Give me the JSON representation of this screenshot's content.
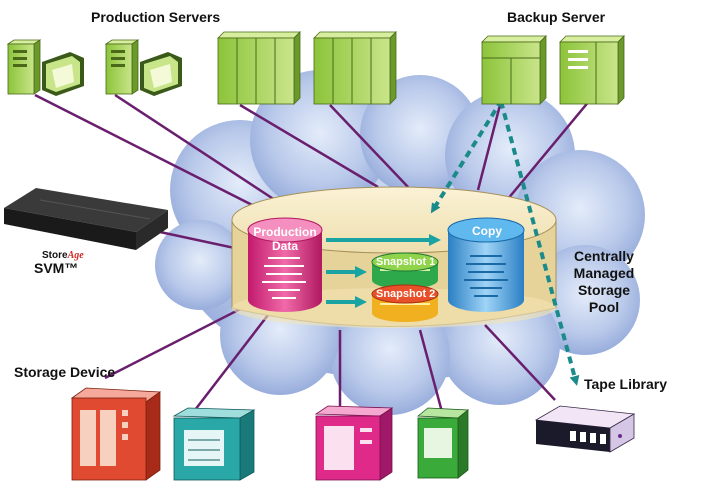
{
  "labels": {
    "production_servers": "Production Servers",
    "backup_server": "Backup Server",
    "svm_store": "Store",
    "svm_age": "Age",
    "svm_name": "SVM™",
    "pool_line1": "Centrally",
    "pool_line2": "Managed",
    "pool_line3": "Storage",
    "pool_line4": "Pool",
    "storage_device": "Storage Device",
    "tape_library": "Tape Library"
  },
  "cylinders": {
    "production_line1": "Production",
    "production_line2": "Data",
    "snapshot1": "Snapshot 1",
    "snapshot2": "Snapshot 2",
    "copy": "Copy"
  },
  "icons": [
    "server-tower-icon",
    "monitor-icon",
    "rack-server-icon",
    "svm-appliance-icon",
    "storage-array-icon",
    "tape-library-icon",
    "cloud-icon",
    "database-cylinder-icon"
  ],
  "colors": {
    "connection_line": "#6a1f6e",
    "backup_arrow": "#1a8a8a",
    "data_arrow": "#1aa3a3",
    "server_green": "#a8d44a",
    "cloud_blue": "#b9c9ea",
    "pool_tray": "#f7ecc6",
    "production_cylinder": "#e0358c",
    "copy_cylinder": "#3fa0e0",
    "snapshot1": "#2da84a",
    "snapshot2": "#f0a020"
  }
}
